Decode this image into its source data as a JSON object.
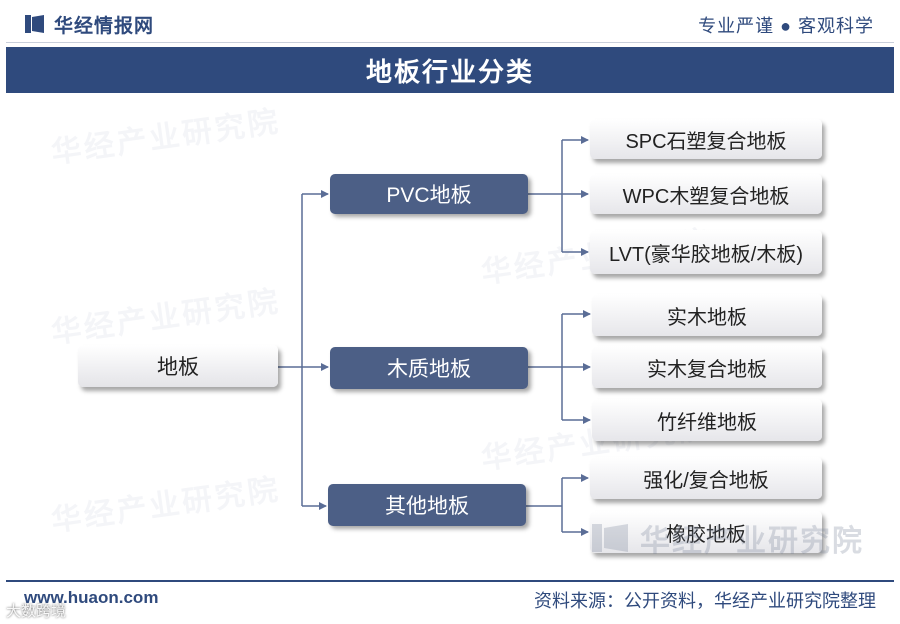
{
  "header": {
    "brand": "华经情报网",
    "slogan": "专业严谨 ● 客观科学",
    "title": "地板行业分类"
  },
  "diagram": {
    "root": "地板",
    "categories": [
      {
        "label": "PVC地板",
        "children": [
          "SPC石塑复合地板",
          "WPC木塑复合地板",
          "LVT(豪华胶地板/木板)"
        ]
      },
      {
        "label": "木质地板",
        "children": [
          "实木地板",
          "实木复合地板",
          "竹纤维地板"
        ]
      },
      {
        "label": "其他地板",
        "children": [
          "强化/复合地板",
          "橡胶地板"
        ]
      }
    ]
  },
  "watermark": {
    "text": "华经产业研究院"
  },
  "footer": {
    "site": "www.huaon.com",
    "source": "资料来源：公开资料，华经产业研究院整理",
    "overlay": "大数跨境"
  },
  "colors": {
    "brand": "#2f4a7d",
    "mid_node": "#4c5f86",
    "connector": "#5a6d96"
  }
}
